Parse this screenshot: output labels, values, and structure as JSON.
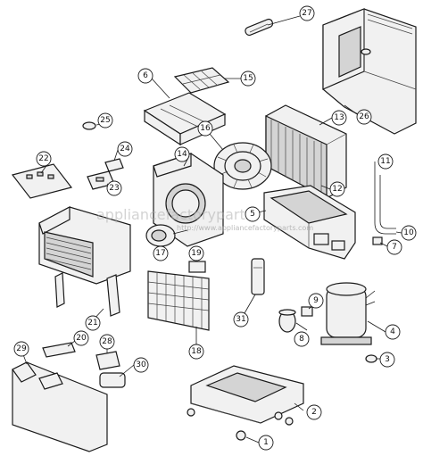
{
  "watermark": {
    "brand": "appliancefactoryparts",
    "url": "http://www.appliancefactoryparts.com"
  },
  "callouts": {
    "p1": "1",
    "p2": "2",
    "p3": "3",
    "p4": "4",
    "p5": "5",
    "p6": "6",
    "p7": "7",
    "p8": "8",
    "p9": "9",
    "p10": "10",
    "p11": "11",
    "p12": "12",
    "p13": "13",
    "p14": "14",
    "p15": "15",
    "p16": "16",
    "p17": "17",
    "p18": "18",
    "p19": "19",
    "p20": "20",
    "p21": "21",
    "p22": "22",
    "p23": "23",
    "p24": "24",
    "p25": "25",
    "p26": "26",
    "p27": "27",
    "p28": "28",
    "p29": "29",
    "p30": "30",
    "p31": "31"
  }
}
